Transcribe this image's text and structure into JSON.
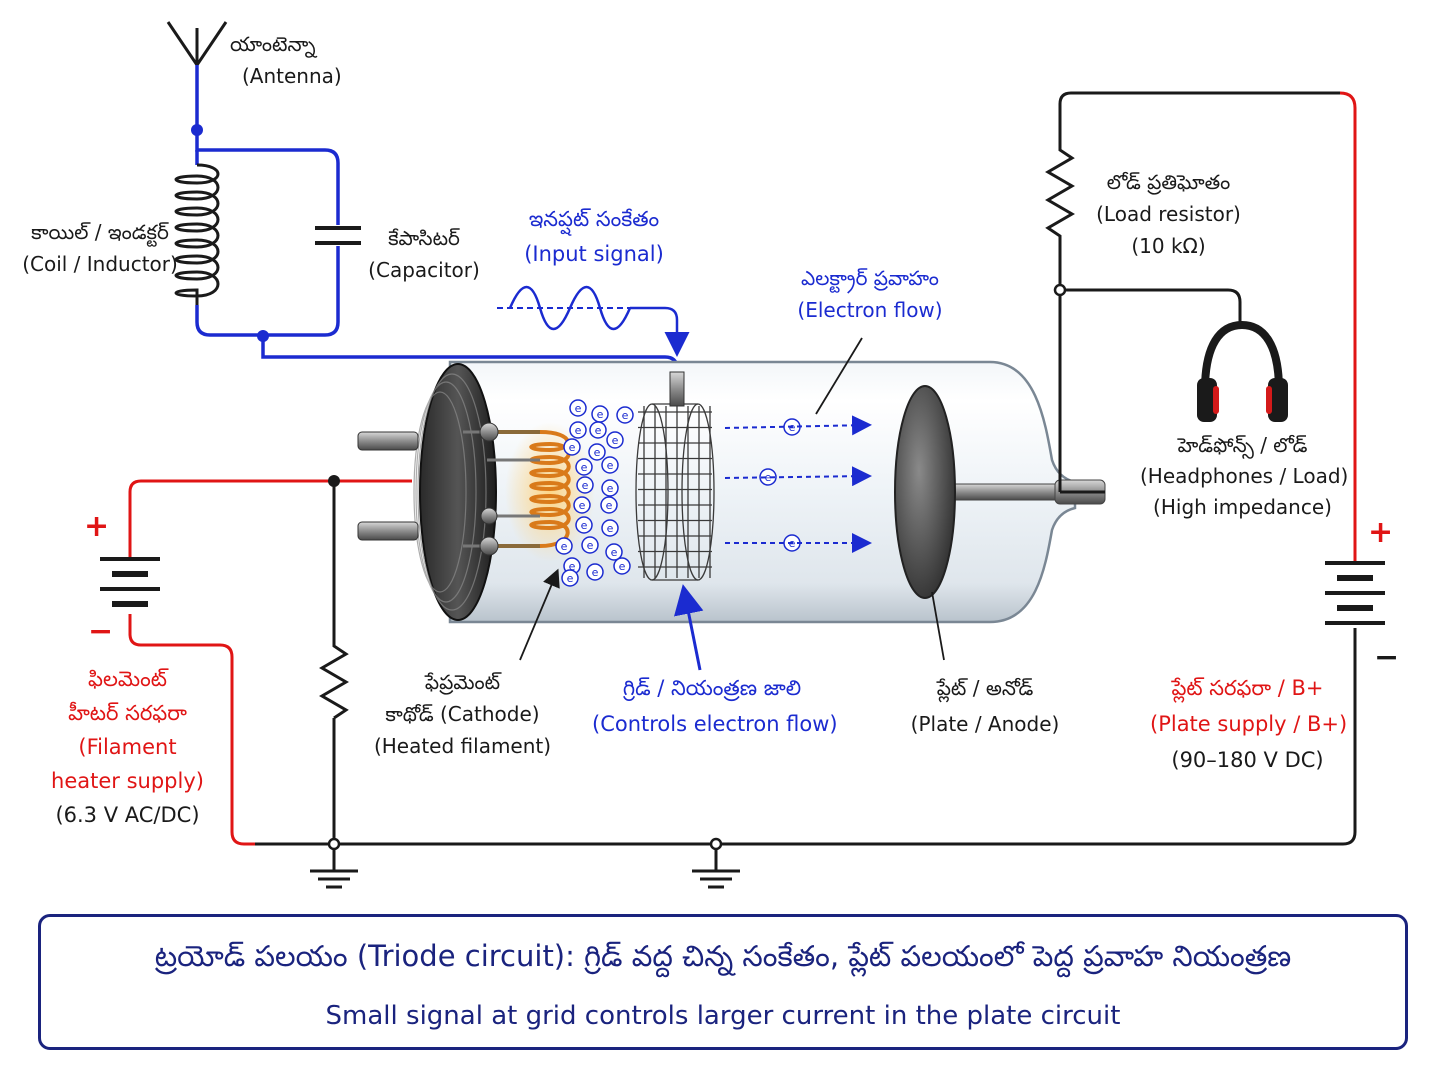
{
  "labels": {
    "antenna": [
      "యాంటెన్నా",
      "(Antenna)"
    ],
    "coil": [
      "కాయిల్ / ఇండక్టర్",
      "(Coil / Inductor)"
    ],
    "capacitor": [
      "కేపాసిటర్",
      "(Capacitor)"
    ],
    "input_signal": [
      "ఇనప్షట్ సంకేతం",
      "(Input signal)"
    ],
    "electron_flow": [
      "ఎలక్ట్రార్ ప్రవాహం",
      "(Electron flow)"
    ],
    "load_resistor": [
      "లోడ్ ప్రతిఘోతం",
      "(Load resistor)",
      "(10 kΩ)"
    ],
    "headphones": [
      "హెడ్‌ఫోన్స్ / లోడ్",
      "(Headphones / Load)",
      "(High impedance)"
    ],
    "filament_supply_te": [
      "ఫిలమెంట్",
      "హీటర్ సరఫరా"
    ],
    "filament_supply_en": [
      "(Filament",
      "heater supply)"
    ],
    "filament_supply_value": "(6.3 V AC/DC)",
    "cathode": [
      "ఫేప్రమెంట్",
      "కాథోడ్ (Cathode)",
      "(Heated filament)"
    ],
    "grid": [
      "గ్రిడ్ / నియంత్రణ జాలి",
      "(Controls electron flow)"
    ],
    "plate": [
      "ప్లేట్ / అనోడ్",
      "(Plate / Anode)"
    ],
    "plate_supply_te": "ప్లేట్ సరఫరా / B+",
    "plate_supply_en": "(Plate supply / B+)",
    "plate_supply_value": "(90–180 V DC)",
    "plus": "+",
    "minus": "−",
    "electron_symbol": "e"
  },
  "caption": {
    "telugu": "ట్రయోడ్ పలయం (Triode circuit): గ్రిడ్ వద్ద చిన్న సంకేతం, ప్లేట్ పలయంలో పెద్ద ప్రవాహ నియంత్రణ",
    "english": "Small signal at grid controls larger current in the plate circuit"
  },
  "colors": {
    "signal_wire": "#1b2bd0",
    "supply_wire": "#e01515",
    "ground_wire": "#1a1a1a",
    "caption_border": "#1a237e",
    "filament": "#d97a1a"
  }
}
